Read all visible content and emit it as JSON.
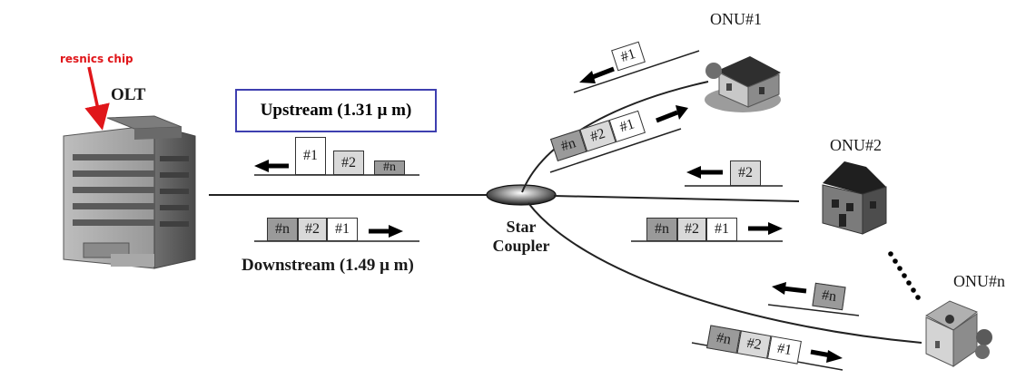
{
  "annotation": {
    "text": "resnics chip",
    "color": "#e0161a"
  },
  "olt": {
    "label": "OLT"
  },
  "upstream": {
    "label": "Upstream (1.31 μ m)",
    "box_color": "#3e3fb0"
  },
  "downstream": {
    "label": "Downstream (1.49 μ m)"
  },
  "coupler": {
    "line1": "Star",
    "line2": "Coupler"
  },
  "onus": [
    {
      "label": "ONU#1"
    },
    {
      "label": "ONU#2"
    },
    {
      "label": "ONU#n"
    }
  ],
  "packets": {
    "p1": "#1",
    "p2": "#2",
    "pn": "#n"
  }
}
